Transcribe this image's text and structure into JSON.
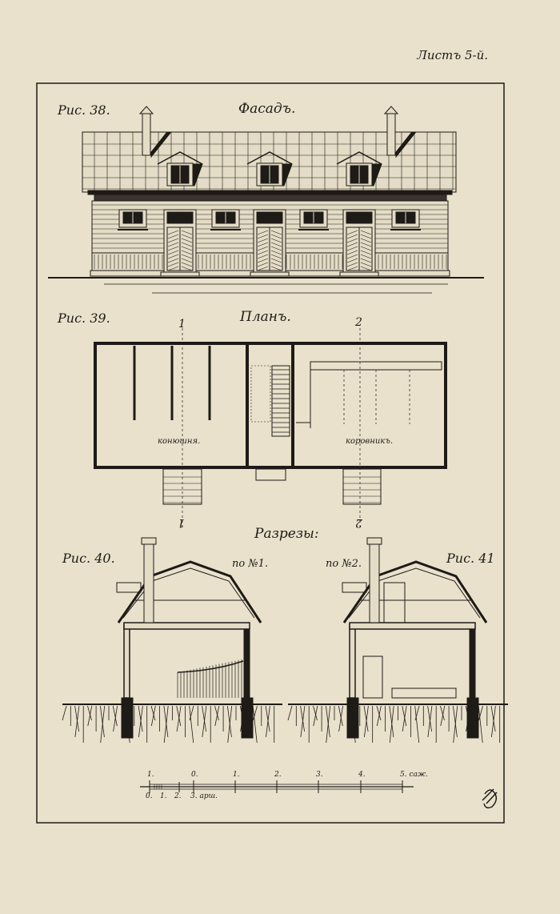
{
  "sheet_label": "Листъ 5-й.",
  "figures": {
    "fig38": {
      "number": "Рис. 38.",
      "title": "Фасадъ."
    },
    "fig39": {
      "number": "Рис. 39.",
      "title": "Планъ.",
      "rooms": [
        "конюшня.",
        "коровникъ."
      ],
      "section_marks": [
        "1",
        "2",
        "1",
        "2"
      ]
    },
    "sections": {
      "title": "Разрезы:",
      "fig40": "Рис. 40.",
      "fig41": "Рис. 41",
      "cut1": "по №1.",
      "cut2": "по №2."
    }
  },
  "scale_bar": {
    "top_labels": [
      "1.",
      "0.",
      "1.",
      "2.",
      "3.",
      "4.",
      "5. саж."
    ],
    "bottom_labels": [
      "0.",
      "1.",
      "2.",
      "3. арш."
    ]
  },
  "monogram": "ПП"
}
